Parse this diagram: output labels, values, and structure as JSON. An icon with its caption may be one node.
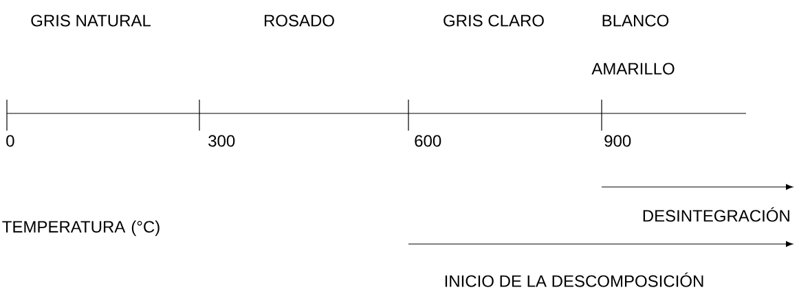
{
  "diagram": {
    "labels": [
      "GRIS NATURAL",
      "ROSADO",
      "GRIS CLARO",
      "BLANCO",
      "AMARILLO",
      "0",
      "300",
      "600",
      "900",
      "TEMPERATURA (°C)",
      "DESINTEGRACIÓN",
      "INICIO DE LA DESCOMPOSICIÓN"
    ]
  }
}
